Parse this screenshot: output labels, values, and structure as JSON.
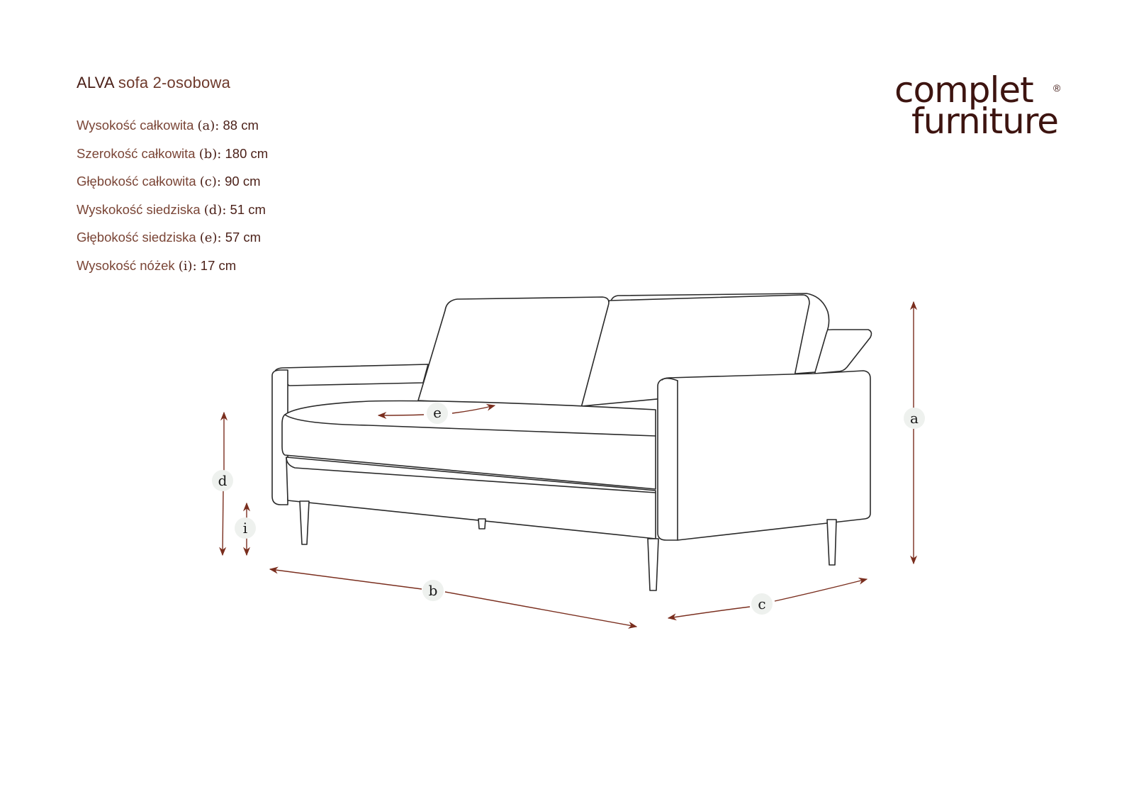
{
  "header": {
    "model": "ALVA",
    "product_type": "sofa 2-osobowa"
  },
  "specs": [
    {
      "label": "Wysokość całkowita",
      "key": "(a):",
      "value": "88 cm"
    },
    {
      "label": "Szerokość całkowita",
      "key": "(b):",
      "value": "180 cm"
    },
    {
      "label": "Głębokość całkowita",
      "key": "(c):",
      "value": "90 cm"
    },
    {
      "label": "Wyskokość siedziska",
      "key": "(d):",
      "value": "51 cm"
    },
    {
      "label": "Głębokość siedziska",
      "key": "(e):",
      "value": "57 cm"
    },
    {
      "label": "Wysokość nóżek",
      "key": "(i):",
      "value": "17 cm"
    }
  ],
  "logo": {
    "line1": "complet",
    "line2": "furniture",
    "registered": "®"
  },
  "diagram": {
    "labels": {
      "a": "a",
      "b": "b",
      "c": "c",
      "d": "d",
      "e": "e",
      "i": "i"
    },
    "colors": {
      "outline": "#2a2a2a",
      "arrow": "#7a2e1e",
      "badge_bg": "#eef1ee",
      "text_primary": "#4a1f17",
      "text_secondary": "#7a4536"
    }
  }
}
